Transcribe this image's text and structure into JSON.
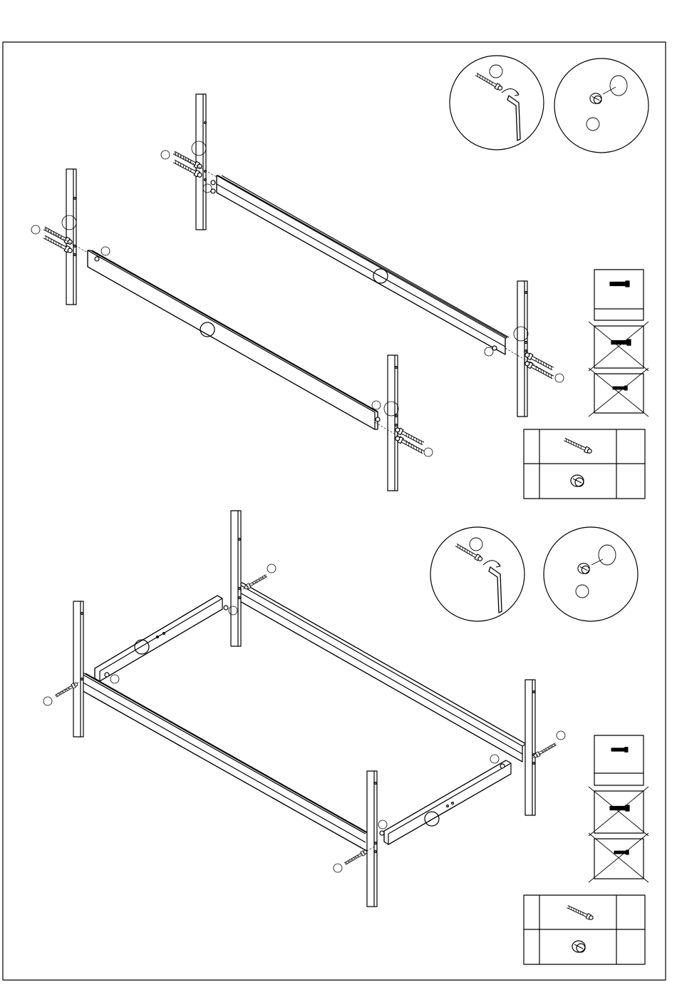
{
  "document": {
    "type": "assembly-instruction-sheet",
    "steps": [
      {
        "step": "upper",
        "parts": [
          "post",
          "post",
          "post",
          "post",
          "rail",
          "rail"
        ],
        "hardware": [
          "long-bolt-icon",
          "barrel-nut-icon"
        ],
        "tool": "allen-key-icon",
        "detail_callouts": [
          "bolt-with-allen-key-detail",
          "barrel-nut-detail"
        ],
        "size_check": [
          "correct-bolt",
          "wrong-bolt",
          "wrong-bolt"
        ]
      },
      {
        "step": "lower",
        "parts": [
          "post",
          "post",
          "post",
          "post",
          "long-rail",
          "long-rail",
          "end-rail",
          "end-rail"
        ],
        "hardware": [
          "long-bolt-icon",
          "barrel-nut-icon"
        ],
        "tool": "allen-key-icon",
        "detail_callouts": [
          "bolt-with-allen-key-detail",
          "barrel-nut-detail"
        ],
        "size_check": [
          "correct-bolt",
          "wrong-bolt",
          "wrong-bolt"
        ]
      }
    ]
  }
}
